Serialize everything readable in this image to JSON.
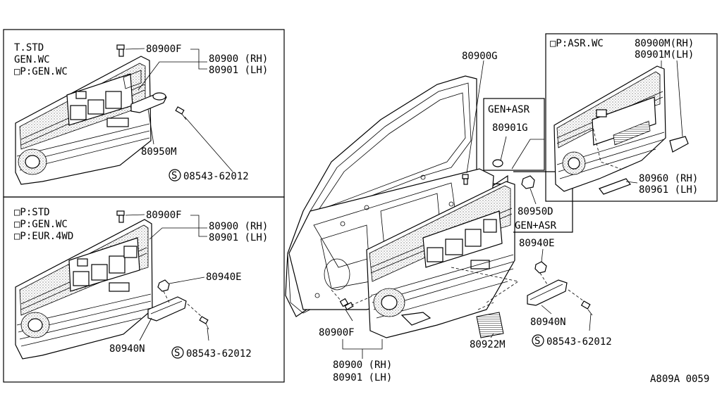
{
  "panels": {
    "top_left": {
      "conditions": [
        "T.STD",
        "GEN.WC",
        "□P:GEN.WC"
      ],
      "clip_label": "80900F",
      "trim_rh": "80900 (RH)",
      "trim_lh": "80901 (LH)",
      "handle_label": "80950M",
      "screw_label": "08543-62012"
    },
    "bottom_left": {
      "conditions": [
        "□P:STD",
        "□P:GEN.WC",
        "□P:EUR.4WD"
      ],
      "clip_label": "80900F",
      "trim_rh": "80900 (RH)",
      "trim_lh": "80901 (LH)",
      "nut_label": "80940E",
      "pull_label": "80940N",
      "screw_label": "08543-62012"
    },
    "top_right": {
      "conditions": [
        "□P:ASR.WC"
      ],
      "trim_rh": "80900M(RH)",
      "trim_lh": "80901M(LH)",
      "pocket_rh": "80960 (RH)",
      "pocket_lh": "80961 (LH)"
    }
  },
  "main": {
    "door_clip": "80900G",
    "gen_asr_top": "GEN+ASR",
    "cap_label": "80901G",
    "bushing_label": "80950D",
    "gen_asr_bottom": "GEN+ASR",
    "nut_label": "80940E",
    "clip_label": "80900F",
    "trim_rh": "80900 (RH)",
    "trim_lh": "80901 (LH)",
    "pad_label": "80922M",
    "pull_label": "80940N",
    "screw_label": "08543-62012"
  },
  "diagram_code": "A809A 0059",
  "symbols": {
    "screw_prefix": "S"
  },
  "icons": [
    "circled-s-icon",
    "screw-icon",
    "clip-icon",
    "nut-icon"
  ]
}
